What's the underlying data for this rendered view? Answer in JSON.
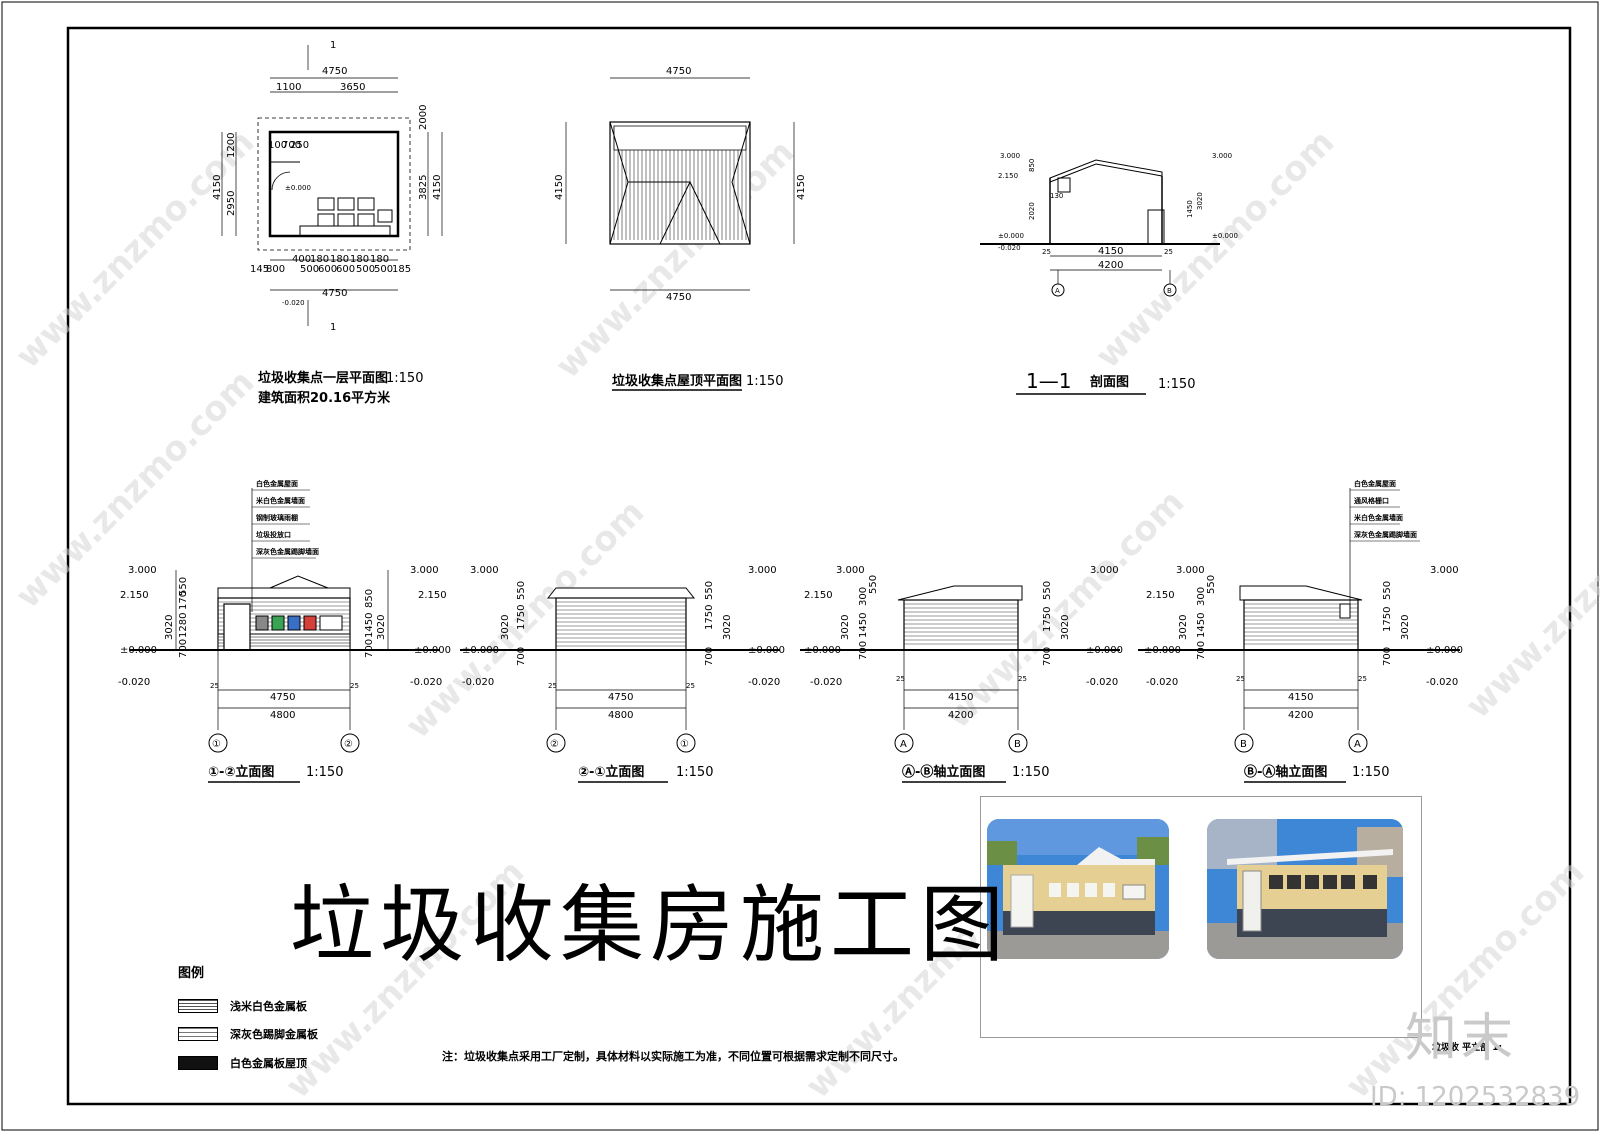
{
  "sheet": {
    "title": "垃圾收集房施工图",
    "note": "注：垃圾收集点采用工厂定制，具体材料以实际施工为准，不同位置可根据需求定制不同尺寸。",
    "small_caption": "垃圾收  平立剖 1:"
  },
  "views": {
    "plan": {
      "title": "垃圾收集点一层平面图",
      "scale": "1:150",
      "area": "建筑面积20.16平方米",
      "dims": [
        "4750",
        "1100",
        "3650",
        "4150",
        "1200",
        "2950",
        "3825",
        "4150",
        "100",
        "700",
        "250",
        "400",
        "180",
        "180",
        "180",
        "180",
        "145",
        "800",
        "500",
        "600",
        "600",
        "500",
        "185",
        "4750",
        "1",
        "1",
        "2000",
        "±0.000",
        "-0.020"
      ]
    },
    "roof": {
      "title": "垃圾收集点屋顶平面图",
      "scale": "1:150",
      "dims": [
        "4750",
        "4150",
        "4150",
        "4750"
      ]
    },
    "section": {
      "title": "1—1",
      "subtitle": "剖面图",
      "scale": "1:150",
      "dims": [
        "3.000",
        "2.150",
        "±0.000",
        "-0.020",
        "3.000",
        "±0.000",
        "4150",
        "4200",
        "25",
        "25",
        "A",
        "B",
        "130",
        "850",
        "2020",
        "3020",
        "1450"
      ]
    },
    "elev_12": {
      "title": "①-②立面图",
      "scale": "1:150",
      "callouts": [
        "白色金属屋面",
        "米白色金属墙面",
        "钢制玻璃雨棚",
        "垃圾投放口",
        "深灰色金属踢脚墙面"
      ],
      "levels": [
        "3.000",
        "2.150",
        "±0.000",
        "-0.020",
        "3.000",
        "2.150",
        "±0.000",
        "-0.020"
      ],
      "dims": [
        "4750",
        "4800",
        "25",
        "25",
        "3020",
        "1280",
        "170",
        "550",
        "700",
        "3020",
        "850",
        "1450",
        "700"
      ],
      "axes": [
        "①",
        "②"
      ]
    },
    "elev_21": {
      "title": "②-①立面图",
      "scale": "1:150",
      "levels": [
        "3.000",
        "±0.000",
        "-0.020",
        "3.000",
        "±0.000",
        "-0.020"
      ],
      "dims": [
        "4750",
        "4800",
        "25",
        "25",
        "3020",
        "1750",
        "550",
        "700",
        "1750",
        "550",
        "700",
        "3020"
      ],
      "axes": [
        "②",
        "①"
      ]
    },
    "elev_ab": {
      "title": "Ⓐ-Ⓑ轴立面图",
      "scale": "1:150",
      "levels": [
        "3.000",
        "2.150",
        "±0.000",
        "-0.020",
        "3.000",
        "±0.000",
        "-0.020"
      ],
      "dims": [
        "4150",
        "4200",
        "25",
        "25",
        "3020",
        "1450",
        "300",
        "550",
        "700",
        "1750",
        "550",
        "700",
        "3020"
      ],
      "axes": [
        "A",
        "B"
      ]
    },
    "elev_ba": {
      "title": "Ⓑ-Ⓐ轴立面图",
      "scale": "1:150",
      "callouts": [
        "白色金属屋面",
        "通风格栅口",
        "米白色金属墙面",
        "深灰色金属踢脚墙面"
      ],
      "levels": [
        "3.000",
        "2.150",
        "±0.000",
        "-0.020",
        "3.000",
        "±0.000",
        "-0.020"
      ],
      "dims": [
        "4150",
        "4200",
        "25",
        "25",
        "3020",
        "1450",
        "300",
        "550",
        "700",
        "1750",
        "550",
        "700",
        "3020"
      ],
      "axes": [
        "B",
        "A"
      ]
    }
  },
  "legend": {
    "title": "图例",
    "items": [
      {
        "label": "浅米白色金属板"
      },
      {
        "label": "深灰色踢脚金属板"
      },
      {
        "label": "白色金属板屋顶"
      }
    ]
  },
  "watermark": {
    "site": "www.znzmo.com",
    "brand": "知末",
    "id": "ID: 1202532839"
  },
  "colors": {
    "wall": "#e6cf92",
    "plinth": "#3d4452",
    "roof": "#f2f2f2",
    "sky": "#3e87d6",
    "ground": "#9b9a97"
  }
}
